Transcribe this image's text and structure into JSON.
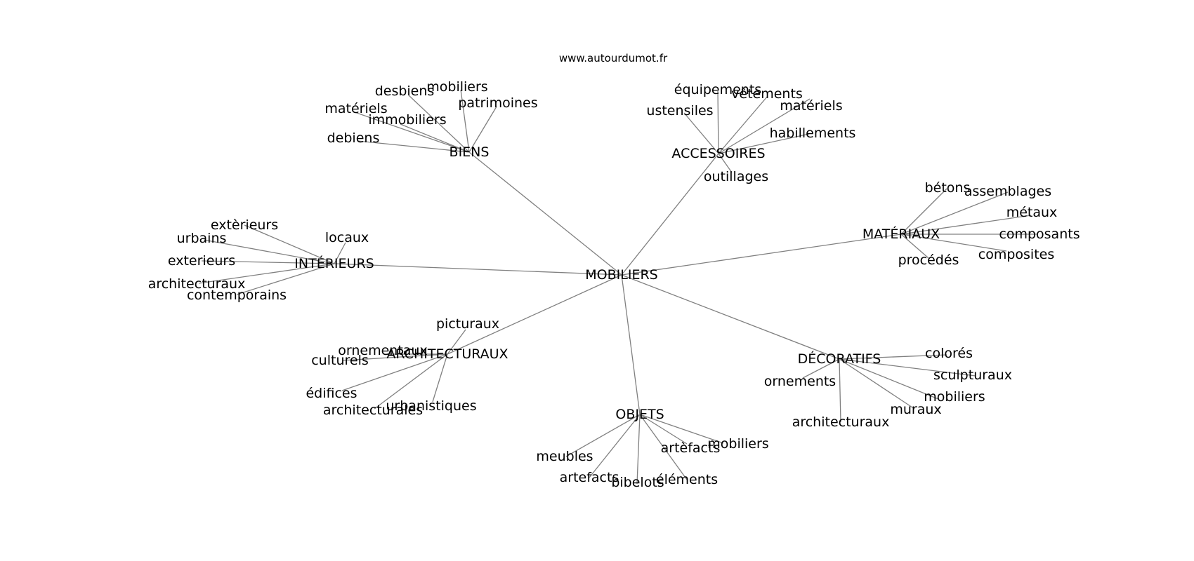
{
  "source_url": "www.autourdumot.fr",
  "colors": {
    "edge": "#808080",
    "text": "#000000",
    "background": "#ffffff"
  },
  "root": {
    "id": "mobiliers",
    "label": "MOBILIERS"
  },
  "clusters": [
    {
      "id": "biens",
      "label": "BIENS",
      "leaves": [
        {
          "id": "desbiens",
          "label": "desbiens"
        },
        {
          "id": "mobiliers",
          "label": "mobiliers"
        },
        {
          "id": "patrimoines",
          "label": "patrimoines"
        },
        {
          "id": "materiels",
          "label": "matériels"
        },
        {
          "id": "immobiliers",
          "label": "immobiliers"
        },
        {
          "id": "debiens",
          "label": "debiens"
        }
      ]
    },
    {
      "id": "accessoires",
      "label": "ACCESSOIRES",
      "leaves": [
        {
          "id": "equipements",
          "label": "équipements"
        },
        {
          "id": "vetements",
          "label": "vêtements"
        },
        {
          "id": "materiels",
          "label": "matériels"
        },
        {
          "id": "ustensiles",
          "label": "ustensiles"
        },
        {
          "id": "habillements",
          "label": "habillements"
        },
        {
          "id": "outillages",
          "label": "outillages"
        }
      ]
    },
    {
      "id": "materiaux",
      "label": "MATÉRIAUX",
      "leaves": [
        {
          "id": "betons",
          "label": "bétons"
        },
        {
          "id": "assemblages",
          "label": "assemblages"
        },
        {
          "id": "metaux",
          "label": "métaux"
        },
        {
          "id": "composants",
          "label": "composants"
        },
        {
          "id": "composites",
          "label": "composites"
        },
        {
          "id": "procedes",
          "label": "procédés"
        }
      ]
    },
    {
      "id": "interieurs",
      "label": "INTÉRIEURS",
      "leaves": [
        {
          "id": "exterieurs-grave",
          "label": "extèrieurs"
        },
        {
          "id": "urbains",
          "label": "urbains"
        },
        {
          "id": "locaux",
          "label": "locaux"
        },
        {
          "id": "exterieurs",
          "label": "exterieurs"
        },
        {
          "id": "architecturaux",
          "label": "architecturaux"
        },
        {
          "id": "contemporains",
          "label": "contemporains"
        }
      ]
    },
    {
      "id": "architecturaux",
      "label": "ARCHITECTURAUX",
      "leaves": [
        {
          "id": "picturaux",
          "label": "picturaux"
        },
        {
          "id": "ornementaux",
          "label": "ornementaux"
        },
        {
          "id": "culturels",
          "label": "culturels"
        },
        {
          "id": "edifices",
          "label": "édifices"
        },
        {
          "id": "urbanistiques",
          "label": "urbanistiques"
        },
        {
          "id": "architecturales",
          "label": "architecturales"
        }
      ]
    },
    {
      "id": "decoratifs",
      "label": "DÉCORATIFS",
      "leaves": [
        {
          "id": "colores",
          "label": "colorés"
        },
        {
          "id": "ornements",
          "label": "ornements"
        },
        {
          "id": "sculpturaux",
          "label": "sculpturaux"
        },
        {
          "id": "mobiliers",
          "label": "mobiliers"
        },
        {
          "id": "muraux",
          "label": "muraux"
        },
        {
          "id": "architecturaux",
          "label": "architecturaux"
        }
      ]
    },
    {
      "id": "objets",
      "label": "OBJETS",
      "leaves": [
        {
          "id": "mobiliers",
          "label": "mobiliers"
        },
        {
          "id": "artefacts-grave",
          "label": "artèfacts"
        },
        {
          "id": "meubles",
          "label": "meubles"
        },
        {
          "id": "artefacts",
          "label": "artefacts"
        },
        {
          "id": "bibelots",
          "label": "bibelots"
        },
        {
          "id": "elements",
          "label": "éléments"
        }
      ]
    }
  ]
}
